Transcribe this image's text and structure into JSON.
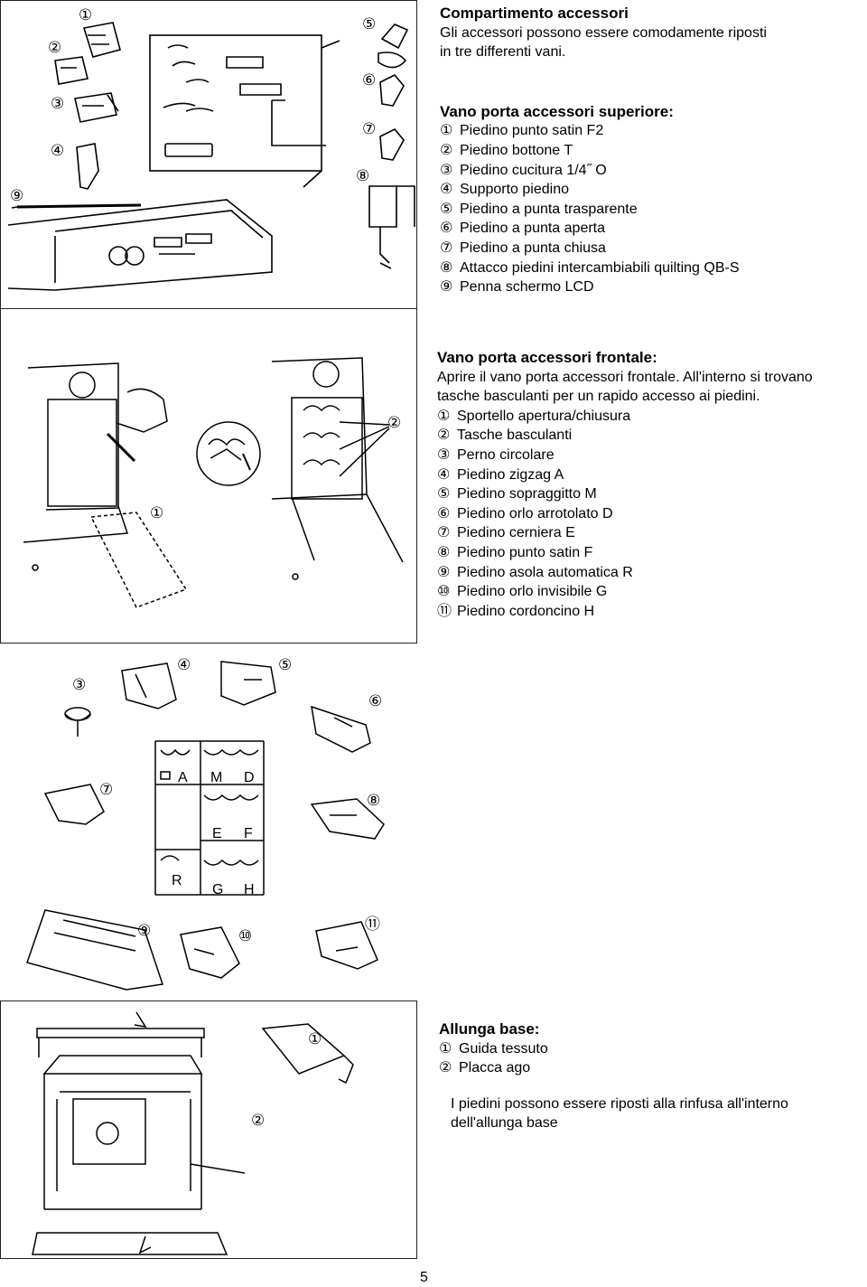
{
  "section1": {
    "title": "Compartimento accessori",
    "intro": [
      "Gli accessori possono essere comodamente riposti",
      "in tre differenti vani."
    ],
    "subtitle": "Vano porta accessori superiore:",
    "items": [
      {
        "num": "①",
        "label": "Piedino punto satin F2"
      },
      {
        "num": "②",
        "label": "Piedino bottone T"
      },
      {
        "num": "③",
        "label": "Piedino cucitura 1/4˝ O"
      },
      {
        "num": "④",
        "label": "Supporto piedino"
      },
      {
        "num": "⑤",
        "label": "Piedino a punta trasparente"
      },
      {
        "num": "⑥",
        "label": "Piedino a punta aperta"
      },
      {
        "num": "⑦",
        "label": "Piedino a punta chiusa"
      },
      {
        "num": "⑧",
        "label": "Attacco piedini intercambiabili quilting QB-S"
      },
      {
        "num": "⑨",
        "label": "Penna schermo LCD"
      }
    ]
  },
  "section2": {
    "subtitle": "Vano porta accessori frontale:",
    "intro": [
      "Aprire il vano porta accessori frontale. All'interno si trovano",
      "tasche basculanti per un rapido accesso ai piedini."
    ],
    "items": [
      {
        "num": "①",
        "label": "Sportello apertura/chiusura"
      },
      {
        "num": "②",
        "label": "Tasche basculanti"
      },
      {
        "num": "③",
        "label": "Perno circolare"
      },
      {
        "num": "④",
        "label": "Piedino zigzag A"
      },
      {
        "num": "⑤",
        "label": "Piedino sopraggitto M"
      },
      {
        "num": "⑥",
        "label": "Piedino orlo arrotolato D"
      },
      {
        "num": "⑦",
        "label": "Piedino cerniera E"
      },
      {
        "num": "⑧",
        "label": "Piedino punto satin F"
      },
      {
        "num": "⑨",
        "label": "Piedino asola automatica R"
      },
      {
        "num": "⑩",
        "label": "Piedino orlo invisibile G"
      },
      {
        "num": "⑪",
        "label": "Piedino cordoncino H"
      }
    ]
  },
  "section3": {
    "subtitle": "Allunga base:",
    "items": [
      {
        "num": "①",
        "label": "Guida tessuto"
      },
      {
        "num": "②",
        "label": "Placca ago"
      }
    ],
    "note": [
      "I piedini possono essere riposti alla rinfusa all'interno",
      "dell'allunga base"
    ]
  },
  "figures": {
    "fig1_callouts": [
      "①",
      "②",
      "③",
      "④",
      "⑤",
      "⑥",
      "⑦",
      "⑧",
      "⑨"
    ],
    "fig2_callouts": [
      "①",
      "②"
    ],
    "fig3_callouts": [
      "③",
      "④",
      "⑤",
      "⑥",
      "⑦",
      "⑧",
      "⑨",
      "⑩",
      "⑪"
    ],
    "fig3_pocket_letters": [
      "A",
      "M",
      "D",
      "E",
      "F",
      "R",
      "G",
      "H"
    ],
    "fig4_callouts": [
      "①",
      "②"
    ]
  },
  "page_number": "5"
}
